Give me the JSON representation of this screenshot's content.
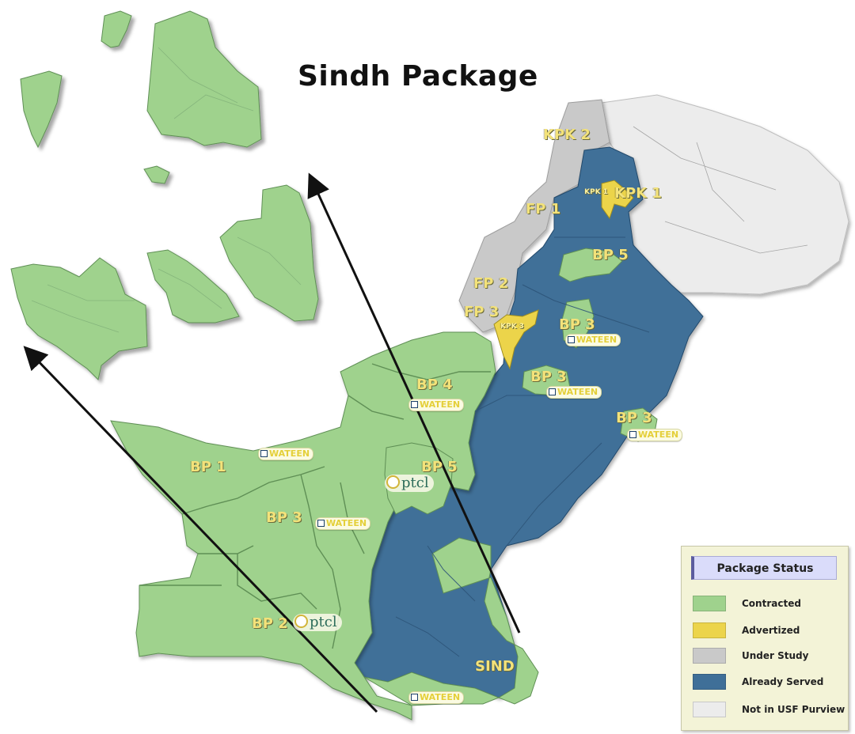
{
  "title": "Sindh Package",
  "colors": {
    "contracted": "#9fd28d",
    "advertized": "#ecd44a",
    "under_study": "#c9c9c9",
    "already_served": "#3f6f98",
    "not_in_purview": "#ececec"
  },
  "regions": {
    "kpk2": "KPK 2",
    "kpk1": "KPK 1",
    "kpk1_small": "KPK 1",
    "kpk3_small": "KPK 3",
    "fp1": "FP 1",
    "fp2": "FP 2",
    "fp3": "FP 3",
    "bp5_north": "BP 5",
    "bp3_a": "BP 3",
    "bp3_b": "BP 3",
    "bp3_c": "BP 3",
    "bp4": "BP 4",
    "bp1": "BP 1",
    "bp5_south": "BP 5",
    "bp3_d": "BP 3",
    "bp2": "BP 2",
    "sind": "SIND"
  },
  "operators": {
    "wateen": "WATEEN",
    "ptcl": "ptcl"
  },
  "legend": {
    "title": "Package Status",
    "items": [
      {
        "label": "Contracted",
        "color": "#9fd28d"
      },
      {
        "label": "Advertized",
        "color": "#ecd44a"
      },
      {
        "label": "Under Study",
        "color": "#c9c9c9"
      },
      {
        "label": "Already Served",
        "color": "#3f6f98"
      },
      {
        "label": "Not in USF Purview",
        "color": "#ececec"
      }
    ]
  }
}
